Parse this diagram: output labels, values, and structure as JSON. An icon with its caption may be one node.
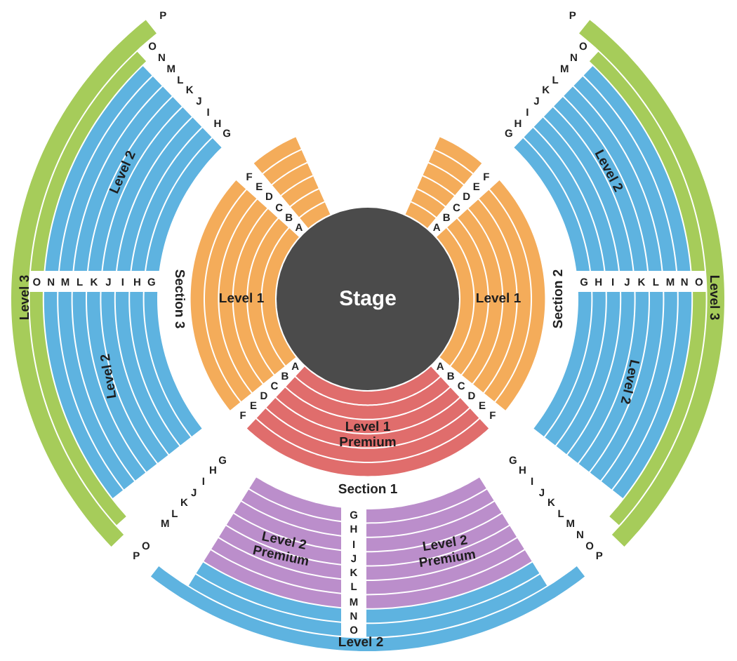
{
  "diagram": {
    "nodes": [
      {
        "text": [
          "Level 3"
        ]
      },
      {
        "text": [
          "Level 3"
        ]
      },
      {
        "text": [
          "Level 2"
        ]
      },
      {
        "text": [
          "Level 2"
        ]
      },
      {
        "text": [],
        "shape": "box"
      },
      {
        "text": [],
        "shape": "box"
      },
      {
        "text": [
          "Level 1"
        ]
      },
      {
        "text": [
          "Stage"
        ]
      },
      {
        "text": [
          "Level 1"
        ]
      },
      {
        "text": [
          "Level 2"
        ]
      },
      {
        "text": [
          "Level 2"
        ]
      },
      {
        "text": [
          "Level 1 Premium"
        ]
      },
      {
        "text": [
          "Level 2 Premium"
        ]
      },
      {
        "text": [
          "Level 2 Premium"
        ]
      },
      {
        "text": [
          "Level 2"
        ]
      }
    ],
    "labels": [
      "P",
      "O",
      "N",
      "M",
      "L",
      "K",
      "J",
      "I",
      "H",
      "G",
      "P",
      "O",
      "N",
      "M",
      "L",
      "K",
      "J",
      "I",
      "H",
      "G",
      "F",
      "E",
      "D",
      "C",
      "B",
      "A",
      "F",
      "E",
      "D",
      "C",
      "B",
      "A",
      "O",
      "N",
      "M",
      "L",
      "K",
      "J",
      "I",
      "H",
      "G",
      "Section 3",
      "Section 2",
      "G",
      "H",
      "I",
      "J",
      "K",
      "L",
      "M",
      "N",
      "O",
      "A",
      "B",
      "C",
      "D",
      "E",
      "F",
      "A",
      "B",
      "C",
      "D",
      "E",
      "F",
      "G",
      "H",
      "I",
      "J",
      "K",
      "L",
      "M",
      "O",
      "P",
      "Section 1",
      "G",
      "H",
      "I",
      "J",
      "K",
      "L",
      "M",
      "N",
      "O",
      "P",
      "G",
      "H",
      "I",
      "J",
      "K",
      "L",
      "M",
      "N",
      "O"
    ]
  }
}
